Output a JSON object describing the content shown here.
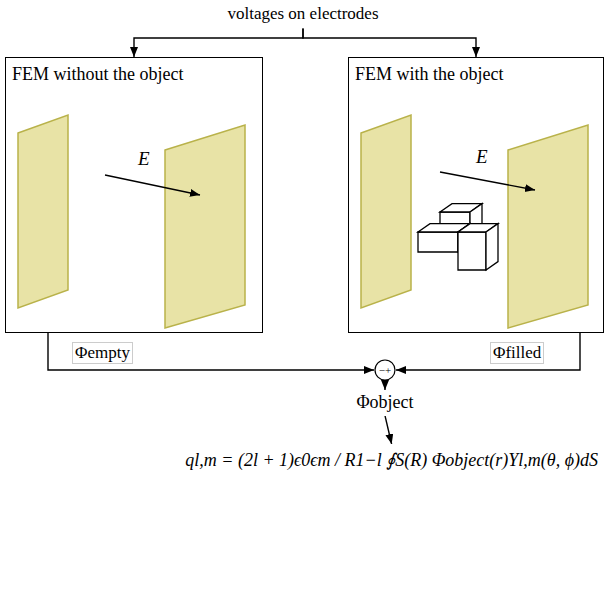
{
  "diagram": {
    "nodes": [
      {
        "text": [
          "voltages on electrodes"
        ]
      },
      {
        "text": [
          "FEM without the object"
        ]
      },
      {
        "text": [
          "FEM with the object"
        ]
      },
      {
        "text": [
          "−+"
        ]
      },
      {
        "text": [
          "Φobject"
        ]
      },
      {
        "text": [
          "ql,m = (2l + 1)ϵ0ϵm / R1−l ∮S(R) Φobject(r)Yl,m(θ, ϕ)dS"
        ]
      }
    ],
    "edges": [
      {
        "from": 0,
        "to": 1,
        "arrow": "to"
      },
      {
        "from": 0,
        "to": 2,
        "arrow": "to"
      },
      {
        "from": 1,
        "to": 3,
        "arrow": "to",
        "label": "Φempty"
      },
      {
        "from": 2,
        "to": 3,
        "arrow": "to",
        "label": "Φfilled"
      },
      {
        "from": 3,
        "to": 4,
        "arrow": "to"
      },
      {
        "from": 4,
        "to": 5,
        "arrow": "to"
      }
    ],
    "labels": [
      "E",
      "E"
    ]
  }
}
